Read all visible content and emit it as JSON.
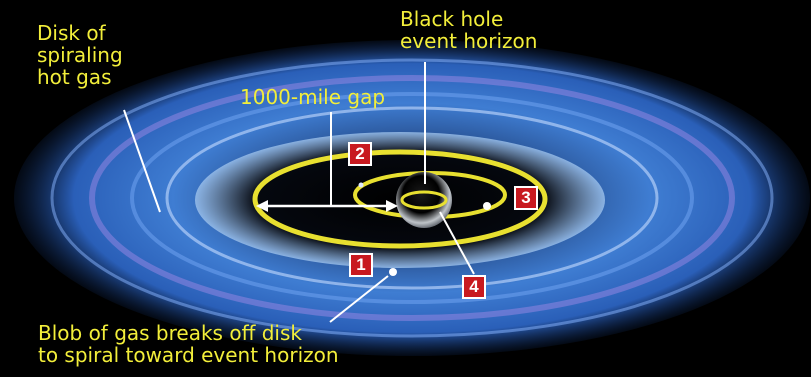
{
  "labels": {
    "disk": "Disk of\nspiraling\nhot gas",
    "black_hole": "Black hole\nevent horizon",
    "gap": "1000-mile gap",
    "blob": "Blob of gas breaks off disk\nto spiral toward event horizon"
  },
  "markers": {
    "one": "1",
    "two": "2",
    "three": "3",
    "four": "4"
  },
  "colors": {
    "label_text": "#f2ee3a",
    "orbit": "#e8e030",
    "marker_fill": "#c8191f",
    "background": "#000000"
  }
}
